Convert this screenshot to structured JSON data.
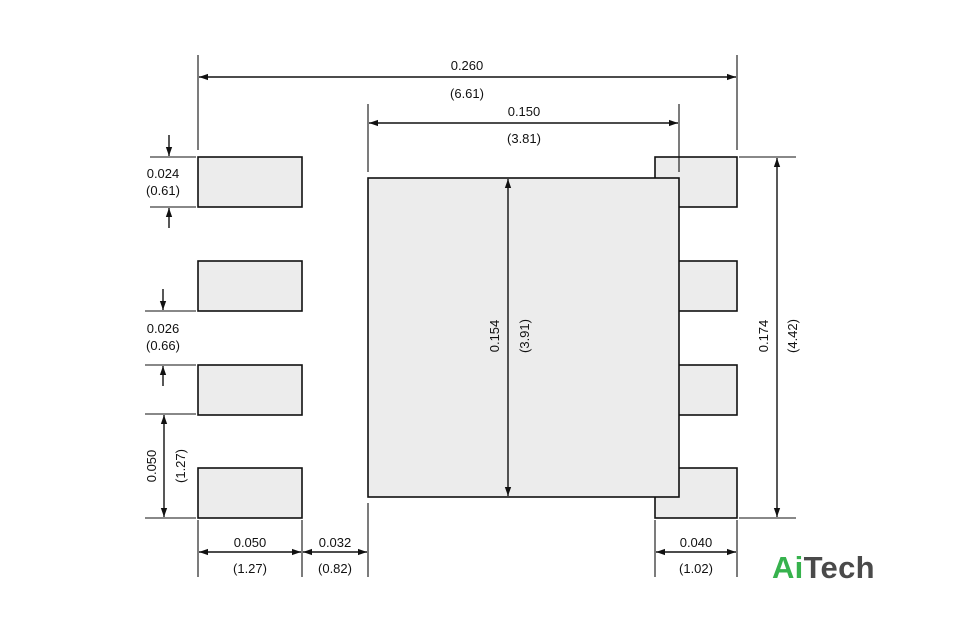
{
  "dimensions": {
    "overall_width": {
      "in": "0.260",
      "mm": "(6.61)"
    },
    "body_width": {
      "in": "0.150",
      "mm": "(3.81)"
    },
    "pad_height": {
      "in": "0.024",
      "mm": "(0.61)"
    },
    "pad_gap": {
      "in": "0.026",
      "mm": "(0.66)"
    },
    "pitch": {
      "in": "0.050",
      "mm": "(1.27)"
    },
    "body_height": {
      "in": "0.154",
      "mm": "(3.91)"
    },
    "overall_height": {
      "in": "0.174",
      "mm": "(4.42)"
    },
    "pad_length": {
      "in": "0.050",
      "mm": "(1.27)"
    },
    "pad_to_body": {
      "in": "0.032",
      "mm": "(0.82)"
    },
    "right_pad_length": {
      "in": "0.040",
      "mm": "(1.02)"
    }
  },
  "logo": {
    "part1": "Ai",
    "part2": "Tech",
    "color1": "#37b24d",
    "color2": "#4a4a4a"
  }
}
